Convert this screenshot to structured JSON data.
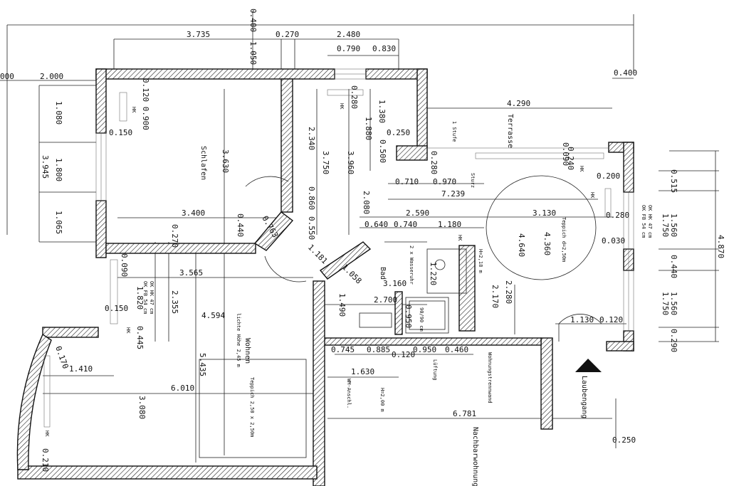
{
  "rooms": {
    "schlafen": "Schlafen",
    "wohnen": "Wohnen",
    "wohnen_height": "lichte Höhe 2,45 m",
    "bad": "Bad",
    "terrasse": "Terrasse",
    "laubengang": "Laubengang",
    "nachbarwohnung": "Nachbarwohnung",
    "wohnungstrennwand": "Wohnungstrennwand"
  },
  "notes": {
    "teppich_wohnen": "Teppich 2,50 x 2,50m",
    "teppich_terrasse": "Teppich d=2,50m",
    "ok_left_1": "OK FB 54 cm",
    "ok_left_2": "OK HK 47 cm",
    "ok_right_1": "OK FB 54 cm",
    "ok_right_2": "OK HK 47 cm",
    "stufe": "1 Stufe",
    "sturz": "Sturz",
    "wasseruhr": "2 x Wasseruhr",
    "lueftung": "Lüftung",
    "wm_anschl": "WM-Anschl.",
    "h_200": "H=2,00 m",
    "h_218": "H=2,18 m",
    "dusche": "90/90 cm",
    "hk": "HK"
  },
  "dimensions": {
    "d0400_top": "0.400",
    "d3735": "3.735",
    "d0270_top": "0.270",
    "d2480": "2.480",
    "d0790": "0.790",
    "d0830": "0.830",
    "d1050": "1.050",
    "d000_left": "000",
    "d2000": "2.000",
    "d0400_right": "0.400",
    "d0120_900": "0.120 0.900",
    "d1080": "1.080",
    "d3945": "3.945",
    "d1800": "1.800",
    "d1065": "1.065",
    "d0150_a": "0.150",
    "d4290": "4.290",
    "d0280_a": "0.280",
    "d0090_a": "0.090",
    "d0240": "0.240",
    "d1380": "1.380",
    "d1880": "1.880",
    "d0250": "0.250",
    "d0500": "0.500",
    "d2340": "2.340",
    "d3630": "3.630",
    "d3750": "3.750",
    "d3960": "3.960",
    "d0710": "0.710",
    "d0970": "0.970",
    "d7239": "7.239",
    "d0200": "0.200",
    "d0860": "0.860",
    "d2080": "2.080",
    "d3400": "3.400",
    "d0440": "0.440",
    "d0763": "0.763",
    "d0550": "0.550",
    "d0270_mid": "0.270",
    "d2590": "2.590",
    "d3130": "3.130",
    "d0640": "0.640",
    "d0740": "0.740",
    "d1180": "1.180",
    "d1181": "1.181",
    "d0090_b": "0.090",
    "d3565": "3.565",
    "d1058": "1.058",
    "d3160": "3.160",
    "d1220": "1.220",
    "d4640": "4.640",
    "d4360": "4.360",
    "d0280_b": "0.280",
    "d0030": "0.030",
    "d2280": "2.280",
    "d2170": "2.170",
    "d1820": "1.820",
    "d2355": "2.355",
    "d0150_b": "0.150",
    "d1490": "1.490",
    "d2700": "2.700",
    "d4594": "4.594",
    "d0950": "0.950",
    "d0445": "0.445",
    "d1130": "1.130",
    "d0120": "0.120",
    "d0745": "0.745",
    "d0885": "0.885",
    "d0120_b": "0.120",
    "d0950_b": "0.950",
    "d0460": "0.460",
    "d1630": "1.630",
    "d0170": "0.170",
    "d1410": "1.410",
    "d5435": "5.435",
    "d6010": "6.010",
    "d3080": "3.080",
    "d6781": "6.781",
    "d0250_b": "0.250",
    "d0210": "0.210",
    "d0515": "0.515",
    "d1750_a": "1.750",
    "d1560_a": "1.560",
    "d0440_r": "0.440",
    "d1750_b": "1.750",
    "d1560_b": "1.560",
    "d0290": "0.290",
    "d4870": "4.870"
  }
}
